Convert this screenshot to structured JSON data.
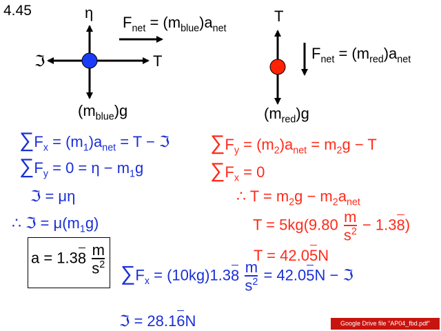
{
  "problem_number": "4.45",
  "blue_fbd": {
    "label_up": "η",
    "label_left": "ℑ",
    "label_right": "T",
    "label_down_pre": "(m",
    "label_down_sub": "blue",
    "label_down_post": ")g",
    "net_pre": "F",
    "net_sub": "net",
    "net_mid": " = (m",
    "net_sub2": "blue",
    "net_post": ")a",
    "net_sub3": "net",
    "dot_color": "#1a3cf5"
  },
  "red_fbd": {
    "label_up": "T",
    "label_down_pre": "(m",
    "label_down_sub": "red",
    "label_down_post": ")g",
    "net_pre": "F",
    "net_sub": "net",
    "net_mid": " = (m",
    "net_sub2": "red",
    "net_post": ")a",
    "net_sub3": "net",
    "dot_color": "#ff2200"
  },
  "blue_eqs": {
    "sum_symbol": "∑",
    "e1": {
      "a": "F",
      "s1": "x",
      "b": " = (m",
      "s2": "1",
      "c": ")a",
      "s3": "net",
      "d": " = T − ℑ"
    },
    "e2": {
      "a": "F",
      "s1": "y",
      "b": " = 0 = η − m",
      "s2": "1",
      "c": "g"
    },
    "e3": "ℑ = μη",
    "e4": {
      "a": "∴ ℑ = μ(m",
      "s1": "1",
      "b": "g)"
    },
    "e5": {
      "a": "F",
      "s1": "x",
      "b": " = (10kg)1.3",
      "ov": "8",
      "frac_num": "m",
      "frac_den": "s",
      "den_sup": "2",
      "c": " = 42.0",
      "ov2": "5",
      "d": "N − ℑ"
    },
    "e6": {
      "a": "ℑ = 28.1",
      "ov": "6",
      "b": "N"
    }
  },
  "answer": {
    "a": "a = 1.3",
    "ov": "8",
    "frac_num": "m",
    "frac_den": "s",
    "den_sup": "2"
  },
  "red_eqs": {
    "e1": {
      "a": "F",
      "s1": "y",
      "b": " = (m",
      "s2": "2",
      "c": ")a",
      "s3": "net",
      "d": " = m",
      "s4": "2",
      "e": "g − T"
    },
    "e2": {
      "a": "F",
      "s1": "x",
      "b": " = 0"
    },
    "e3": {
      "a": "∴ T = m",
      "s1": "2",
      "b": "g − m",
      "s2": "2",
      "c": "a",
      "s3": "net"
    },
    "e4": {
      "a": "T = 5kg(9.80 ",
      "frac_num": "m",
      "frac_den": "s",
      "den_sup": "2",
      "b": " − 1.3",
      "ov": "8",
      "c": ")"
    },
    "e5": {
      "a": "T = 42.0",
      "ov": "5",
      "b": "N"
    }
  },
  "footer": "Google Drive file \"AP04_fbd.pdf\""
}
